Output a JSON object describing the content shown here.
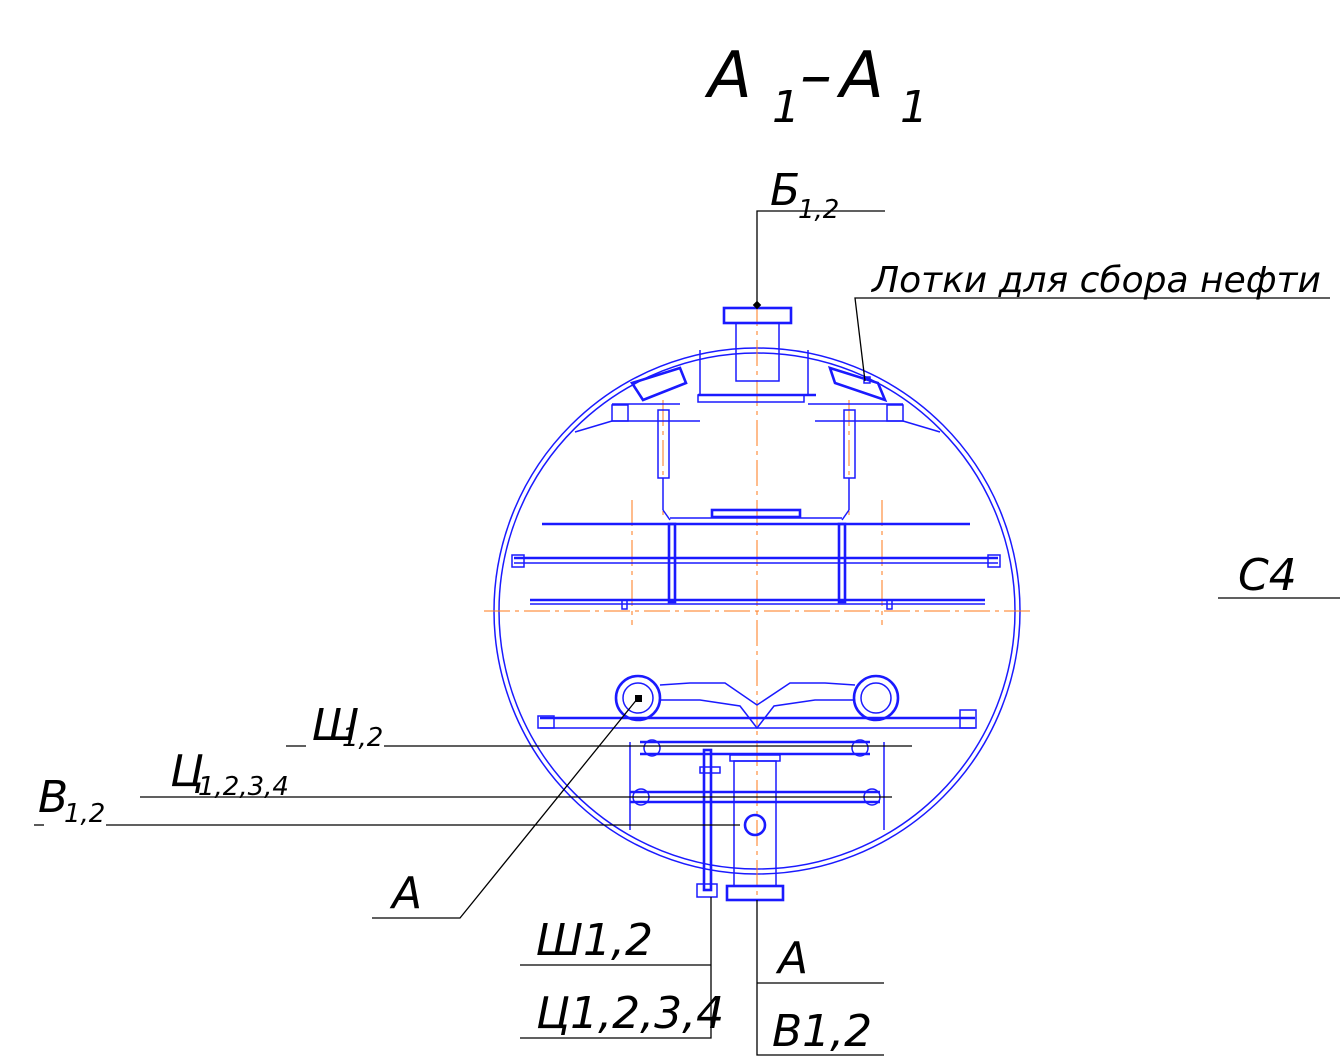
{
  "section_title": {
    "letter": "A",
    "sub": "1",
    "dash": "–"
  },
  "labels": {
    "b12": {
      "main": "Б",
      "sub": "1,2"
    },
    "trays": "Лотки для сбора нефти",
    "c4": "С4",
    "sh12_left": {
      "main": "Ш",
      "sub": "1,2"
    },
    "ts1234_left": {
      "main": "Ц",
      "sub": "1,2,3,4"
    },
    "v12_left": {
      "main": "В",
      "sub": "1,2"
    },
    "a_left": "А",
    "sh12_bottom": "Ш1,2",
    "ts1234_bottom": "Ц1,2,3,4",
    "a_bottom": "А",
    "v12_bottom": "В1,2"
  },
  "colors": {
    "outline": "#1a1aff",
    "centerline": "#ff7a1a",
    "leader": "#000000"
  }
}
